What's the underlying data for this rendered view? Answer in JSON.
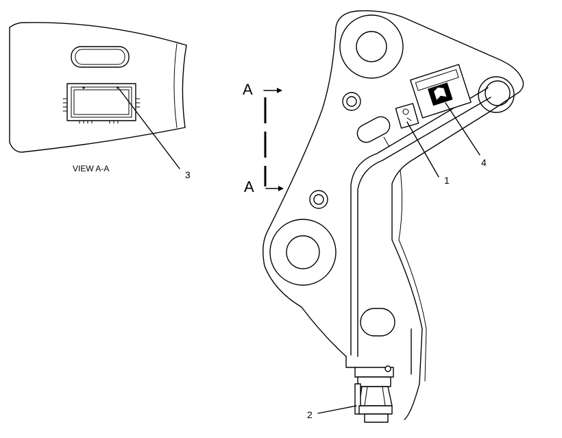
{
  "view_title": "VIEW A-A",
  "section_marker": "A",
  "callouts": {
    "c1": "1",
    "c2": "2",
    "c3": "3",
    "c4": "4"
  }
}
